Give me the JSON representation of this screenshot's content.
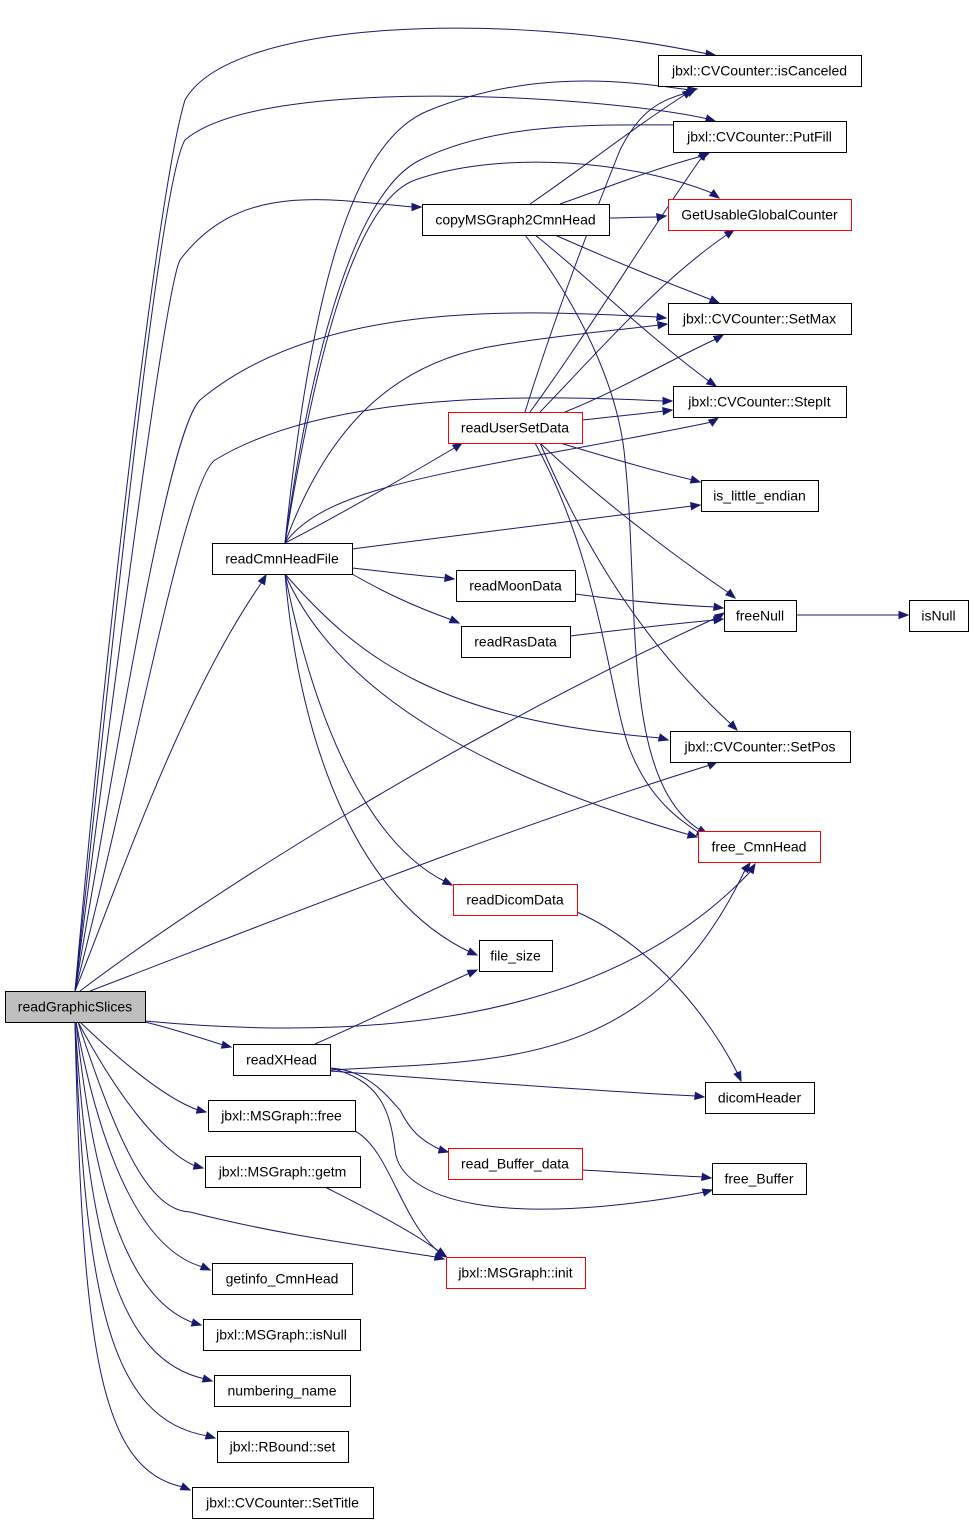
{
  "diagram": {
    "type": "call-graph",
    "colors": {
      "edge": "#191970",
      "node_border": "#000000",
      "node_border_incomplete": "#ff0000",
      "root_fill": "#bfbfbf",
      "node_fill": "#ffffff"
    },
    "nodes": [
      {
        "id": "readGraphicSlices",
        "label": "readGraphicSlices",
        "root": true
      },
      {
        "id": "readCmnHeadFile",
        "label": "readCmnHeadFile"
      },
      {
        "id": "copyMSGraph2CmnHead",
        "label": "copyMSGraph2CmnHead"
      },
      {
        "id": "isCanceled",
        "label": "jbxl::CVCounter::isCanceled"
      },
      {
        "id": "PutFill",
        "label": "jbxl::CVCounter::PutFill"
      },
      {
        "id": "GetUsableGlobalCounter",
        "label": "GetUsableGlobalCounter",
        "incomplete": true
      },
      {
        "id": "SetMax",
        "label": "jbxl::CVCounter::SetMax"
      },
      {
        "id": "StepIt",
        "label": "jbxl::CVCounter::StepIt"
      },
      {
        "id": "readUserSetData",
        "label": "readUserSetData",
        "incomplete": true
      },
      {
        "id": "is_little_endian",
        "label": "is_little_endian"
      },
      {
        "id": "readMoonData",
        "label": "readMoonData"
      },
      {
        "id": "readRasData",
        "label": "readRasData"
      },
      {
        "id": "freeNull",
        "label": "freeNull"
      },
      {
        "id": "isNull",
        "label": "isNull"
      },
      {
        "id": "SetPos",
        "label": "jbxl::CVCounter::SetPos"
      },
      {
        "id": "free_CmnHead",
        "label": "free_CmnHead",
        "incomplete": true
      },
      {
        "id": "readDicomData",
        "label": "readDicomData",
        "incomplete": true
      },
      {
        "id": "file_size",
        "label": "file_size"
      },
      {
        "id": "readXHead",
        "label": "readXHead"
      },
      {
        "id": "dicomHeader",
        "label": "dicomHeader"
      },
      {
        "id": "msg_free",
        "label": "jbxl::MSGraph::free"
      },
      {
        "id": "read_Buffer_data",
        "label": "read_Buffer_data",
        "incomplete": true
      },
      {
        "id": "free_Buffer",
        "label": "free_Buffer"
      },
      {
        "id": "getm",
        "label": "jbxl::MSGraph::getm"
      },
      {
        "id": "msg_init",
        "label": "jbxl::MSGraph::init",
        "incomplete": true
      },
      {
        "id": "getinfo_CmnHead",
        "label": "getinfo_CmnHead"
      },
      {
        "id": "msg_isNull",
        "label": "jbxl::MSGraph::isNull"
      },
      {
        "id": "numbering_name",
        "label": "numbering_name"
      },
      {
        "id": "RBound_set",
        "label": "jbxl::RBound::set"
      },
      {
        "id": "SetTitle",
        "label": "jbxl::CVCounter::SetTitle"
      }
    ]
  }
}
